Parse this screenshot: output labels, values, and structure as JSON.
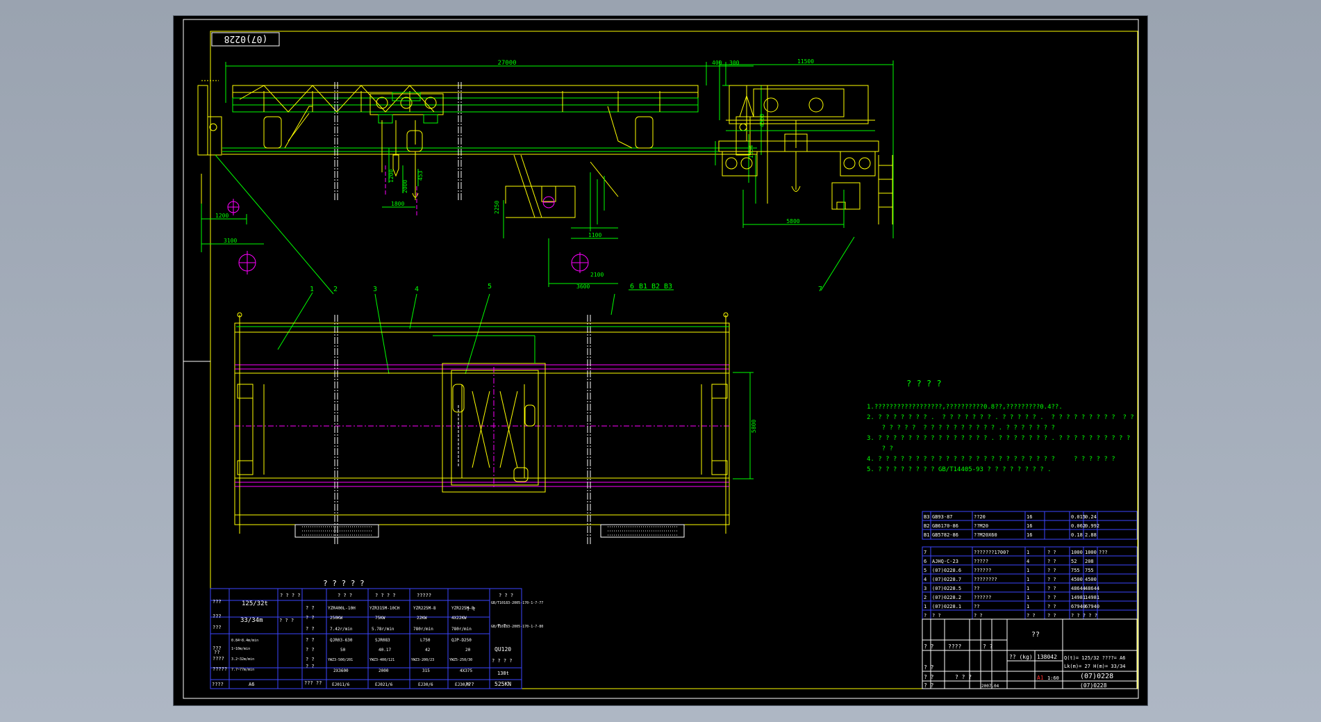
{
  "drawing_code": "(07)0228",
  "section_title": "? ? ? ?",
  "notes": [
    "1.??????????????????,??????????0.8??,?????????0.4??.",
    "2. ? ? ? ? ? ? ? .  ? ? ? ? ? ? ? . ? ? ? ? ? .  ? ? ? ? ? ? ? ? ?  ? ?",
    "    ? ? ? ? ?  ? ? ? ? ? ? ? ? ? ? . ? ? ? ? ? ? ?",
    "3. ? ? ? ? ? ? ? ? ? ? ? ? ? ? ? . ? ? ? ? ? ? ? . ? ? ? ? ? ? ? ? ? ?",
    "    ? ?",
    "4. ? ? ? ? ? ? ? ? ? ? ? ? ? ? ? ? ? ? ? ? ? ? ? ?     ? ? ? ? ? ?",
    "5. ? ? ? ? ? ? ? ? GB/T14405-93 ? ? ? ? ? ? ? ? ."
  ],
  "dimensions": {
    "span": "27000",
    "d400": "400",
    "d300": "300",
    "h4500": "4500",
    "h1854": "1854",
    "d1200": "1200",
    "d3100": "3100",
    "v1200": "1200",
    "v2000": "2000",
    "v453": "453",
    "d1800": "1800",
    "v2250": "2250",
    "d1100": "1100",
    "d2100": "2100",
    "d3600": "3600",
    "side_top": "11500",
    "side_bottom": "5800",
    "plan_gauge": "5800"
  },
  "balloons": [
    "1",
    "2",
    "3",
    "4",
    "5",
    "6",
    "B1",
    "B2",
    "B3",
    "7"
  ],
  "spec_table": {
    "title": "? ? ? ? ?",
    "header": [
      "? ? ? ?",
      "? ? ?",
      "? ? ? ?",
      "?????"
    ],
    "rows": [
      [
        "???",
        "125/32t",
        "? ?",
        "YZR400L-10H",
        "YZR315M-10CH",
        "YZR225M-8",
        "YZR225M-8",
        "? ?",
        "? ? ?"
      ],
      [
        "???",
        "33/34m",
        "? ? ?",
        "? ?",
        "250KW",
        "75KW",
        "22KW",
        "4X22KW"
      ],
      [
        "???",
        "",
        "? ?",
        "7.42r/min",
        "5.78r/min",
        "780r/min",
        "780r/min",
        "? ?"
      ],
      [
        "??",
        "0.84~8.4m/min",
        "? ?",
        "QJR03-630",
        "SJR083",
        "L750",
        "QJP-D250",
        "QU120"
      ],
      [
        "???",
        "1~10m/min",
        "? ?",
        "50",
        "40.17",
        "42",
        "20"
      ],
      [
        "????",
        "3.2~32m/min",
        "? ?",
        "YWZ3-500/201",
        "YWZ3-400/121",
        "YWZ3-200/23",
        "YWZ5-250/30",
        "? ? ? ?"
      ],
      [
        "?????",
        "7.7~77m/min",
        "? ?",
        "2X3600",
        "2000",
        "315",
        "4X375",
        "138t"
      ],
      [
        "????",
        "A6",
        "??? ??",
        "EJ011/6",
        "EJ021/6",
        "EJ30/6",
        "EJ30/6",
        "???",
        "525KN"
      ]
    ],
    "note_top": "GB/T10183-2005-170-1-7-77",
    "note_mid": "GB/T10183-2005-170-1-7-80"
  },
  "bom_upper": [
    [
      "B3",
      "GB93-87",
      "??20",
      "16",
      "",
      "0.015",
      "0.24"
    ],
    [
      "B2",
      "GB6170-86",
      "??M20",
      "16",
      "",
      "0.062",
      "0.992"
    ],
    [
      "B1",
      "GB5782-86",
      "??M20X60",
      "16",
      "",
      "0.18",
      "2.88"
    ]
  ],
  "bom_lower": [
    [
      "7",
      "",
      "???????1700?",
      "1",
      "? ?",
      "1000",
      "1000",
      "???"
    ],
    [
      "6",
      "AJHQ-C-23",
      "?????",
      "4",
      "? ?",
      "52",
      "208"
    ],
    [
      "5",
      "(07)0228.6",
      "??????",
      "1",
      "? ?",
      "755",
      "755"
    ],
    [
      "4",
      "(07)0228.7",
      "????????",
      "1",
      "? ?",
      "4500",
      "4500"
    ],
    [
      "3",
      "(07)0228.5",
      "??",
      "1",
      "? ?",
      "48644",
      "48644"
    ],
    [
      "2",
      "(07)0228.2",
      "??????",
      "1",
      "? ?",
      "14981",
      "14981"
    ],
    [
      "1",
      "(07)0228.1",
      "??",
      "1",
      "? ?",
      "67940",
      "67940"
    ],
    [
      "?",
      "? ?",
      "? ?",
      "? ?",
      "? ?",
      "? ? ? ? ?",
      ""
    ]
  ],
  "title_block": {
    "header": "??",
    "weight_label": "?? (kg)",
    "weight": "138042",
    "capacity": "Q(t)= 125/32  ????= A6",
    "lift": "Lk(m)=  27  H(m)= 33/34",
    "code": "(07)0228",
    "scale": "1:60",
    "sheet": "A1",
    "date": "2007.04",
    "misc": [
      "? ?",
      "????",
      "? ?",
      "? ?",
      "? ?",
      "? ? ?",
      "? ?"
    ]
  },
  "colors": {
    "frame": "#ffff00",
    "green": "#00ff00",
    "magenta": "#ff00ff",
    "cyan": "#00ffff",
    "white": "#ffffff",
    "blue": "#3c46ff",
    "bg": "#000000",
    "red": "#ff3030"
  }
}
